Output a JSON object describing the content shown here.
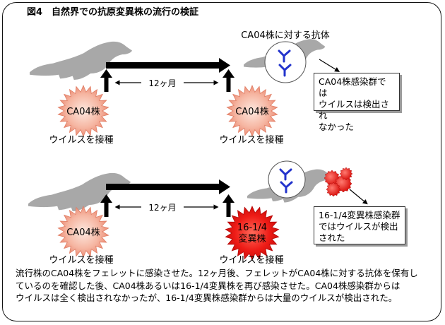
{
  "title": "図4　自然界での抗原変異株の流行の検証",
  "row1": {
    "left_virus": "CA04株",
    "left_label": "ウイルスを接種",
    "interval": "12ヶ月",
    "right_virus": "CA04株",
    "right_label": "ウイルスを接種",
    "antibody_label": "CA04株に対する抗体",
    "result_lines": [
      "CA04株感染群では",
      "ウイルスは検出され",
      "なかった"
    ]
  },
  "row2": {
    "left_virus": "CA04株",
    "left_label": "ウイルスを接種",
    "interval": "12ヶ月",
    "right_virus_lines": [
      "16-1/4",
      "変異株"
    ],
    "right_label": "ウイルスを接種",
    "result_lines": [
      "16-1/4変異株感染群",
      "ではウイルスが検出",
      "された"
    ]
  },
  "caption_lines": [
    "流行株のCA04株をフェレットに感染させた。12ヶ月後、フェレットがCA04株に対する抗体を保有し",
    "ているのを確認した後、CA04株あるいは16-1/4変異株を再び感染させた。CA04株感染群からは",
    "ウイルスは全く検出されなかったが、16-1/4変異株感染群からは大量のウイルスが検出された。"
  ],
  "colors": {
    "ferret": "#a8a8a8",
    "virus_pink": "#f6b6a2",
    "virus_red": "#ee1b16",
    "antibody": "#2233cc",
    "arrow": "#000000"
  }
}
